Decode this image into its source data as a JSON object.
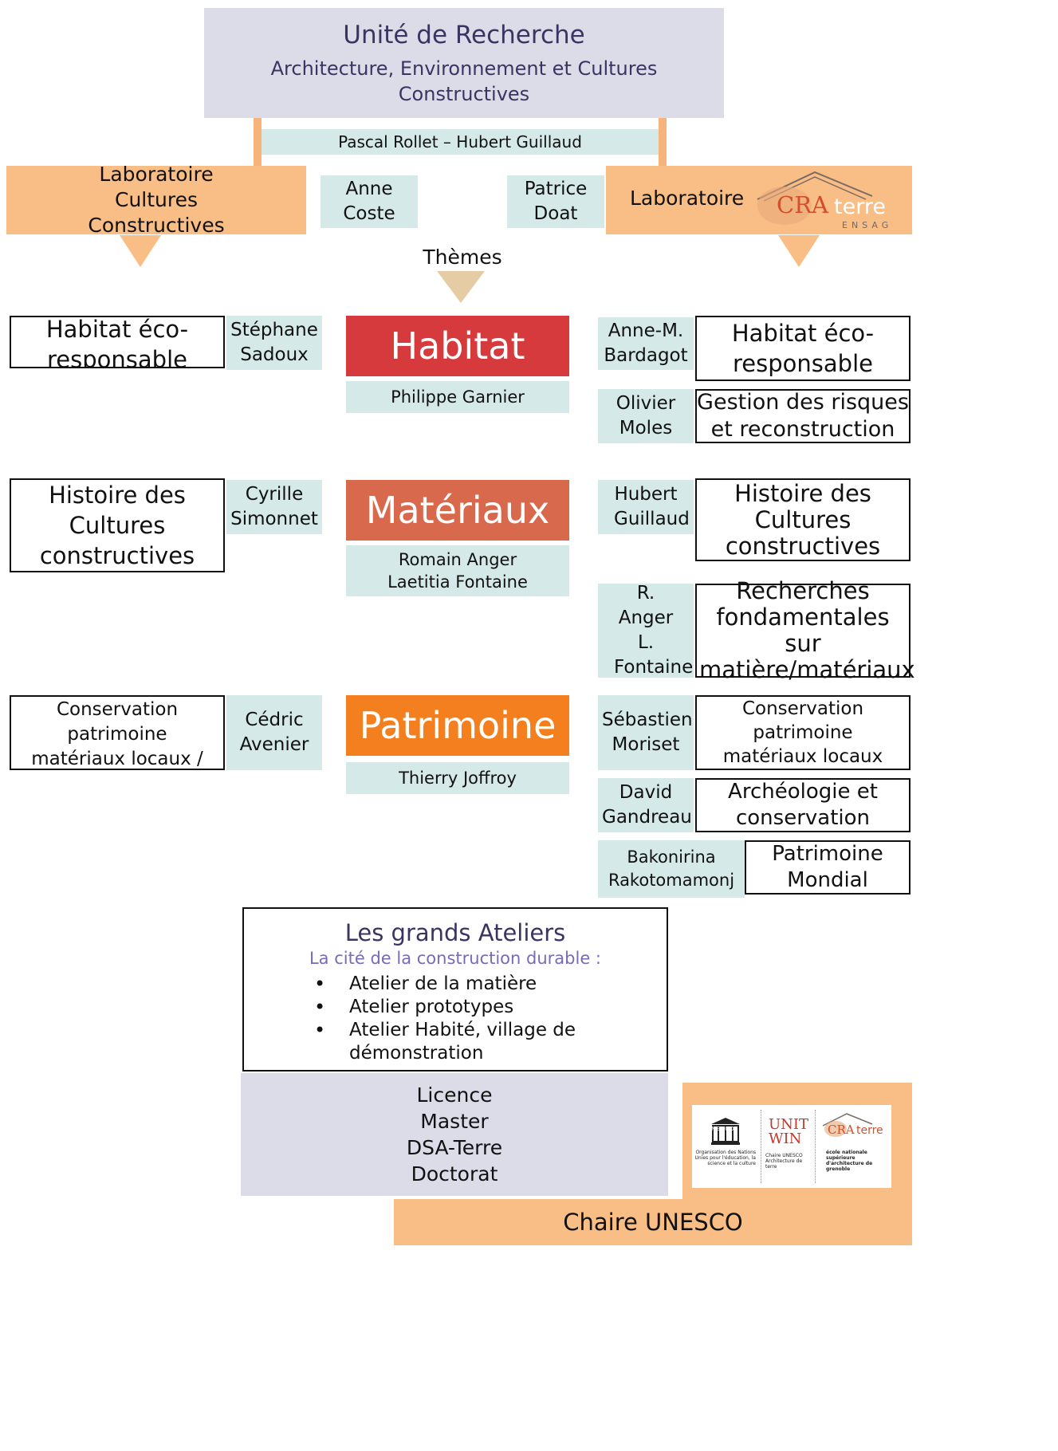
{
  "header": {
    "title": "Unité de Recherche",
    "subtitle": "Architecture, Environnement et Cultures Constructives",
    "directors": "Pascal Rollet – Hubert Guillaud"
  },
  "left_lab": {
    "label": "Laboratoire Cultures Constructives"
  },
  "right_lab": {
    "label": "Laboratoire",
    "logo_text_cra": "CRA",
    "logo_text_terre": "terre",
    "logo_sub": "ENSAG"
  },
  "center_people": [
    "Anne Coste",
    "Patrice Doat"
  ],
  "themes_label": "Thèmes",
  "themes": [
    {
      "title": "Habitat",
      "lead": "Philippe Garnier",
      "color": "#d73a3c"
    },
    {
      "title": "Matériaux",
      "lead": "Romain Anger Laetitia Fontaine",
      "color": "#d8694c"
    },
    {
      "title": "Patrimoine",
      "lead": "Thierry Joffroy",
      "color": "#f47f1e"
    }
  ],
  "left_rows": [
    {
      "topic": "Habitat éco-responsable",
      "person": "Stéphane Sadoux"
    },
    {
      "topic": "Histoire des Cultures constructives",
      "person": "Cyrille Simonnet"
    },
    {
      "topic": "Conservation patrimoine matériaux locaux /",
      "person": "Cédric Avenier"
    }
  ],
  "right_rows": [
    {
      "person": "Anne-M. Bardagot",
      "topic": "Habitat éco-responsable"
    },
    {
      "person": "Olivier Moles",
      "topic": "Gestion des risques et reconstruction"
    },
    {
      "person": "Hubert Guillaud",
      "topic": "Histoire des Cultures constructives"
    },
    {
      "person": "R. Anger L. Fontaine",
      "topic": "Recherches fondamentales sur matière/matériaux"
    },
    {
      "person": "Sébastien Moriset",
      "topic": "Conservation patrimoine matériaux locaux"
    },
    {
      "person": "David Gandreau",
      "topic": "Archéologie et conservation"
    },
    {
      "person": "Bakonirina Rakotomamonj",
      "topic": "Patrimoine Mondial"
    }
  ],
  "ateliers": {
    "title": "Les grands Ateliers",
    "subtitle": "La cité de la construction durable :",
    "items": [
      "Atelier de la matière",
      "Atelier prototypes",
      "Atelier Habité, village de démonstration"
    ]
  },
  "diplomas": [
    "Licence",
    "Master",
    "DSA-Terre",
    "Doctorat"
  ],
  "unesco": {
    "label": "Chaire UNESCO",
    "logo_unesco": "UNESCO",
    "logo_unesco_caption": "Organisation des Nations Unies pour l'éducation, la science et la culture",
    "logo_unitwin": "UNITWIN",
    "logo_unitwin_caption": "Chaire UNESCO Architecture de terre",
    "logo_craterre_caption": "école nationale supérieure d'architecture de grenoble"
  },
  "colors": {
    "lavender": "#dcdce8",
    "teal": "#d4e9e8",
    "peach": "#f9bd86",
    "title_purple": "#3b3463",
    "subtitle_purple": "#7a6ab5"
  }
}
